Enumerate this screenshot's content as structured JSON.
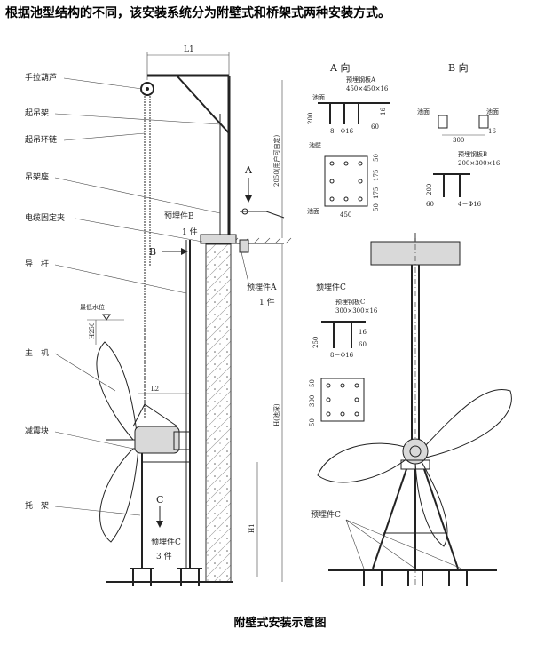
{
  "header": "根据池型结构的不同，该安装系统分为附壁式和桥架式两种安装方式。",
  "caption": "附壁式安装示意图",
  "left_labels": {
    "hoist": "手拉葫芦",
    "jib": "起吊架",
    "chain": "起吊环链",
    "jib_base": "吊架座",
    "cable_clamp": "电缆固定夹",
    "guide_rod": "导　杆",
    "low_level": "最低水位",
    "main_unit": "主　机",
    "damper": "减震块",
    "bracket": "托　架"
  },
  "dims": {
    "L1": "L1",
    "L2": "L2",
    "H": "H(池深)",
    "H1": "H1",
    "h_user": "2050(用户可自定)",
    "h250": "H250"
  },
  "direction_letters": {
    "A": "A",
    "B": "B",
    "C": "C"
  },
  "embed_B": {
    "name": "预埋件B",
    "qty": "1 件"
  },
  "embed_A": {
    "name": "预埋件A",
    "qty": "1 件"
  },
  "embed_C_left": {
    "name": "预埋件C",
    "qty": "3 件"
  },
  "view_A": {
    "title": "A 向",
    "pool_surface": "池面",
    "plate": "预埋钢板A",
    "plate_size": "450×450×16",
    "d200": "200",
    "d16": "16",
    "d60": "60",
    "bolts": "8－Φ16",
    "pool_wall": "池壁",
    "d50a": "50",
    "d175a": "175",
    "d175b": "175",
    "d50b": "50",
    "d450": "450"
  },
  "view_B": {
    "title": "B 向",
    "pool_surface": "池面",
    "d16": "16",
    "d300": "300",
    "plate": "预埋钢板B",
    "plate_size": "200×300×16",
    "d200": "200",
    "d60": "60",
    "bolts": "4－Φ16"
  },
  "view_C": {
    "title": "预埋件C",
    "plate": "预埋钢板C",
    "plate_size": "300×300×16",
    "d250": "250",
    "d16": "16",
    "d60": "60",
    "bolts": "8－Φ16",
    "d50a": "50",
    "d300": "300",
    "d50b": "50"
  },
  "bridge": {
    "embed_C": "预埋件C"
  }
}
